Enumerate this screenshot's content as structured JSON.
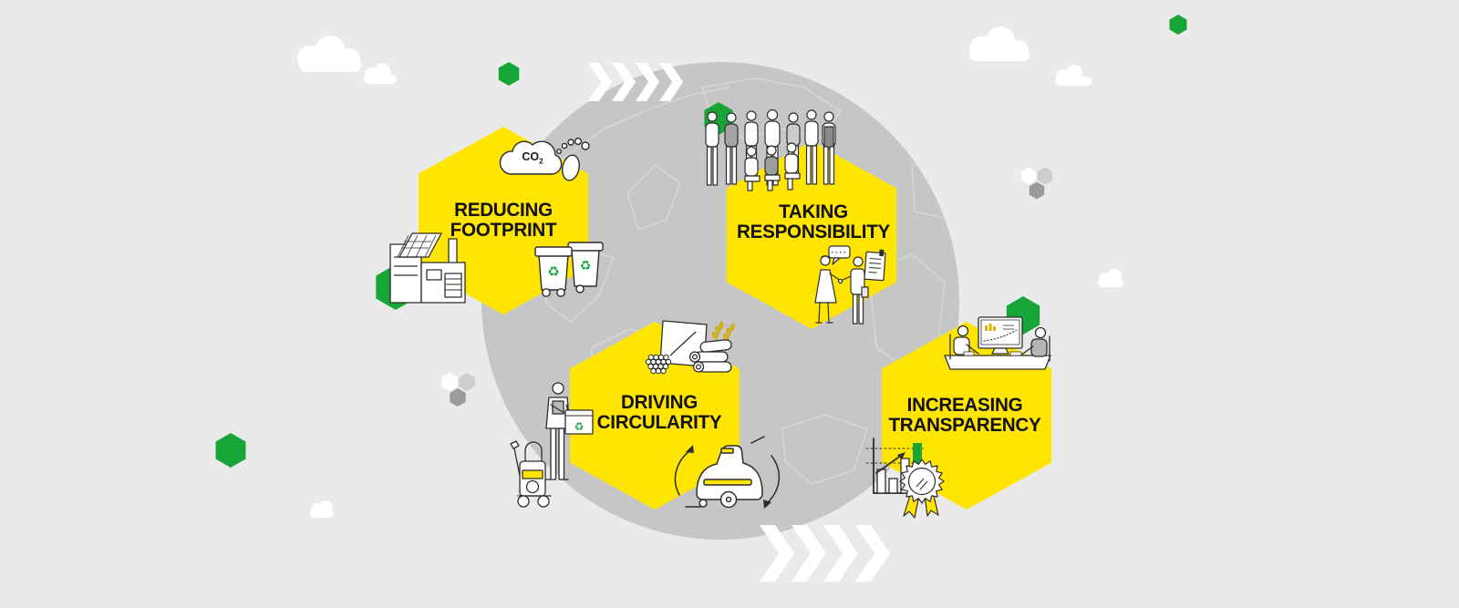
{
  "page": {
    "background_color": "#eaeaea",
    "globe_color": "#c6c6c6",
    "globe_outline_color": "#d7d7d7",
    "accent_yellow": "#ffe500",
    "accent_green": "#18a538",
    "line_art_color": "#2d2d2d"
  },
  "hexagons": [
    {
      "id": "reducing-footprint",
      "line1": "REDUCING",
      "line2": "FOOTPRINT",
      "icons": [
        "co2-cloud-icon",
        "footprint-icon",
        "factory-solar-icon",
        "recycling-bins-icon",
        "green-hexagon"
      ]
    },
    {
      "id": "taking-responsibility",
      "line1": "TAKING",
      "line2": "RESPONSIBILITY",
      "icons": [
        "employee-group-icon",
        "speech-bubble-icon",
        "handshake-icon",
        "document-icon",
        "green-hexagon"
      ]
    },
    {
      "id": "driving-circularity",
      "line1": "DRIVING",
      "line2": "CIRCULARITY",
      "icons": [
        "raw-materials-icon",
        "person-recycle-box-icon",
        "pressure-washer-icon",
        "floor-scrubber-loop-icon"
      ]
    },
    {
      "id": "increasing-transparency",
      "line1": "INCREASING",
      "line2": "TRANSPARENCY",
      "icons": [
        "meeting-monitor-icon",
        "growth-bar-chart-icon",
        "award-ribbon-icon",
        "green-hexagon"
      ]
    }
  ],
  "labels": {
    "co2_base": "CO",
    "co2_sub": "2",
    "speech_dots": "····",
    "recycle_glyph": "♻"
  }
}
